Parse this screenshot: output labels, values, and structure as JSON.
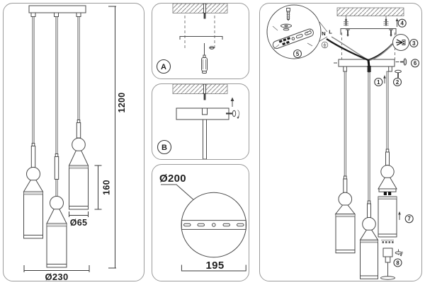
{
  "meta": {
    "doc_type": "pendant lamp installation diagram",
    "line_color": "#4a4a4a",
    "panel_border_color": "#9b9b9b",
    "background": "#ffffff"
  },
  "left_panel": {
    "cord_length": "1200",
    "shade_height": "160",
    "shade_diameter": "Ø65",
    "fixture_spread": "Ø230"
  },
  "install_step_a": {
    "label": "A"
  },
  "install_step_b": {
    "label": "B"
  },
  "mount_plate": {
    "plate_diameter": "Ø200",
    "bracket_length": "195"
  },
  "assembly": {
    "wire_labels": {
      "neutral": "N",
      "live": "L"
    },
    "step_1": "1",
    "step_2": "2",
    "step_3": "3",
    "step_4": "4",
    "step_5": "5",
    "step_6": "6",
    "step_7": "7",
    "step_8": "8"
  }
}
